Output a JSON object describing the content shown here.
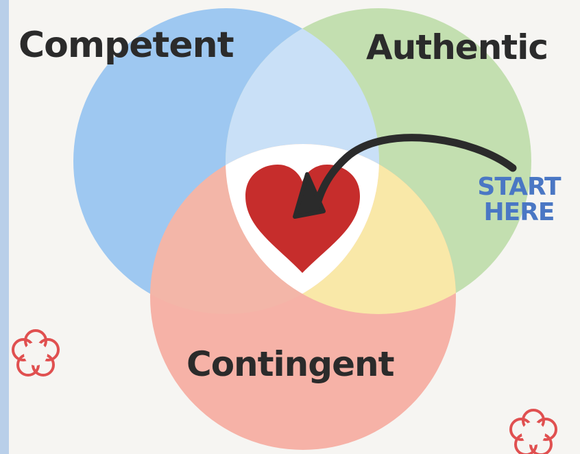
{
  "venn": {
    "circles": [
      {
        "label": "Competent",
        "color": "#9ec8f1"
      },
      {
        "label": "Authentic",
        "color": "#c3dfb0"
      },
      {
        "label": "Contingent",
        "color": "#f6b2a7"
      }
    ],
    "overlap_colors": {
      "competent_authentic": "#c9e0f7",
      "authentic_contingent": "#f9e8a8",
      "competent_contingent": "#f3b6a8",
      "center": "#ffffff"
    },
    "center_icon": "heart-icon",
    "heart_color": "#c62d2c"
  },
  "callout": {
    "line1": "START",
    "line2": "HERE",
    "color": "#4a77c4",
    "arrow_icon": "curved-arrow-icon"
  },
  "decorations": {
    "flower_icon": "flower-outline-icon",
    "flower_color": "#e05050"
  },
  "accent_bar_color": "#b9cfe9"
}
